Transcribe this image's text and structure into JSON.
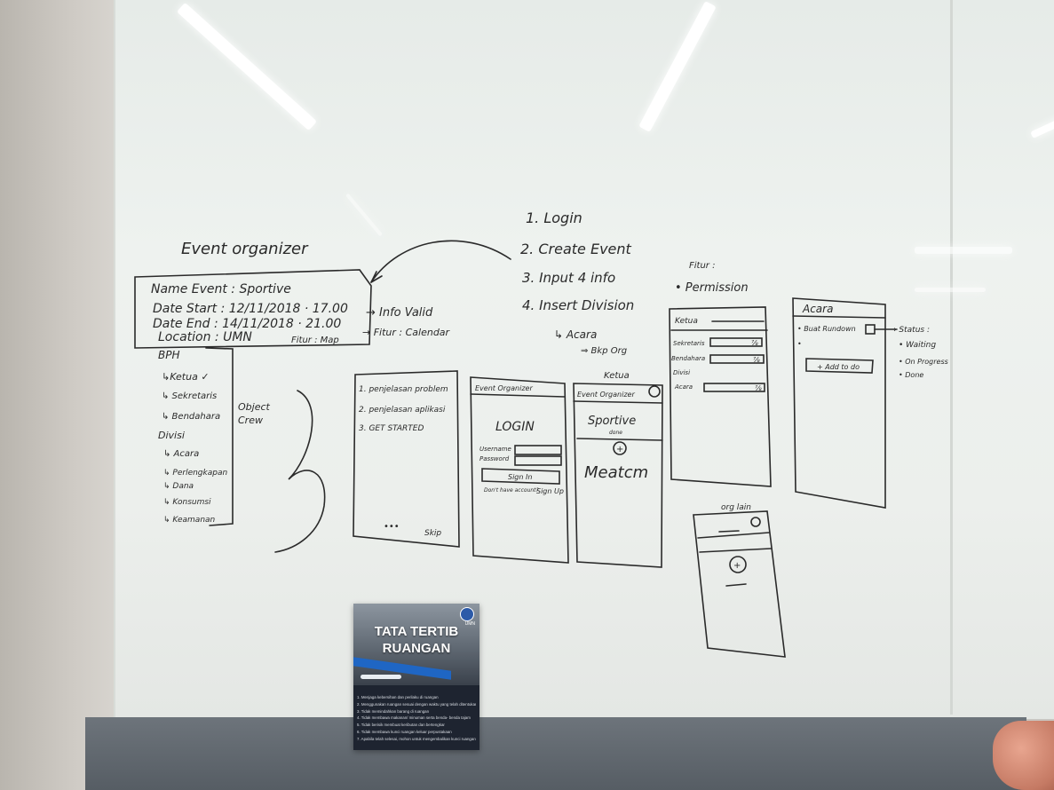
{
  "whiteboard": {
    "title": "Event organizer",
    "form": {
      "name_line": "Name Event : Sportive",
      "date_start_line": "Date Start : 12/11/2018 · 17.00",
      "date_end_line": "Date End : 14/11/2018 · 21.00",
      "location_line": "Location : UMN",
      "fitur_map": "Fitur : Map",
      "info_valid": "→ Info Valid",
      "fitur_calendar": "→ Fitur : Calendar"
    },
    "steps": [
      "1. Login",
      "2. Create Event",
      "3. Input 4 info",
      "4. Insert Division"
    ],
    "step_sub": [
      "↳ Acara",
      "⇒ Bkp Org"
    ],
    "bph": {
      "header": "BPH",
      "items": [
        "↳Ketua ✓",
        "↳ Sekretaris",
        "↳ Bendahara"
      ],
      "note": [
        "Object",
        "Crew"
      ]
    },
    "divisi": {
      "header": "Divisi",
      "items": [
        "↳ Acara",
        "↳ Perlengkapan",
        "↳ Dana",
        "↳ Konsumsi",
        "↳ Keamanan"
      ]
    },
    "screen_onboarding": {
      "items": [
        "1. penjelasan problem",
        "2. penjelasan aplikasi",
        "3. GET STARTED"
      ],
      "dots": "•••",
      "skip": "Skip"
    },
    "screen_login": {
      "header": "Event Organizer",
      "title": "LOGIN",
      "username": "Username",
      "password": "Password",
      "button": "Sign In",
      "footer_q": "Don't have account?",
      "footer_link": "Sign Up"
    },
    "screen_event": {
      "label_above": "Ketua",
      "header": "Event Organizer",
      "name": "Sportive",
      "sub": "done",
      "plus": "+",
      "scribble": "Meatcm"
    },
    "fitur": {
      "title": "Fitur :",
      "permission": "• Permission"
    },
    "screen_permission": {
      "header": "Ketua",
      "rows": [
        {
          "label": "Sekretaris",
          "mark": "⅞"
        },
        {
          "label": "Bendahara",
          "mark": "⅞"
        },
        {
          "label": "Divisi",
          "mark": ""
        },
        {
          "label": "Acara",
          "mark": "⅞"
        }
      ]
    },
    "screen_acara": {
      "header": "Acara",
      "item": "• Buat Rundown",
      "bullet2": "•",
      "button": "+ Add to do",
      "status_label": "→ Status :",
      "statuses": [
        "• Waiting",
        "• On Progress",
        "• Done"
      ]
    },
    "screen_org_lain": {
      "label_above": "org lain",
      "plus": "+"
    }
  },
  "sign": {
    "title_line1": "TATA TERTIB",
    "title_line2": "RUANGAN",
    "logo_text": "UMN",
    "rules": [
      "1. Menjaga kebersihan dan perilaku di ruangan",
      "2. Menggunakan ruangan sesuai dengan waktu yang telah ditentukan",
      "3. Tidak memindahkan barang di ruangan",
      "4. Tidak membawa makanan/ minuman serta benda- benda tajam",
      "5. Tidak berisik membuat keributan dan bertengkar",
      "6. Tidak membawa kunci ruangan keluar perpustakaan",
      "7. Apabila telah selesai, mohon untuk mengembalikan kunci ruangan"
    ]
  }
}
